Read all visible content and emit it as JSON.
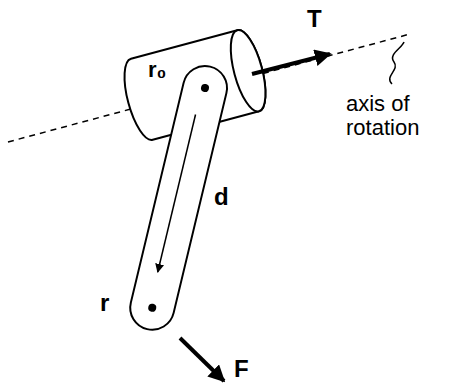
{
  "diagram": {
    "labels": [
      "T",
      "axis of rotation",
      "r₀",
      "d",
      "r",
      "F"
    ]
  }
}
